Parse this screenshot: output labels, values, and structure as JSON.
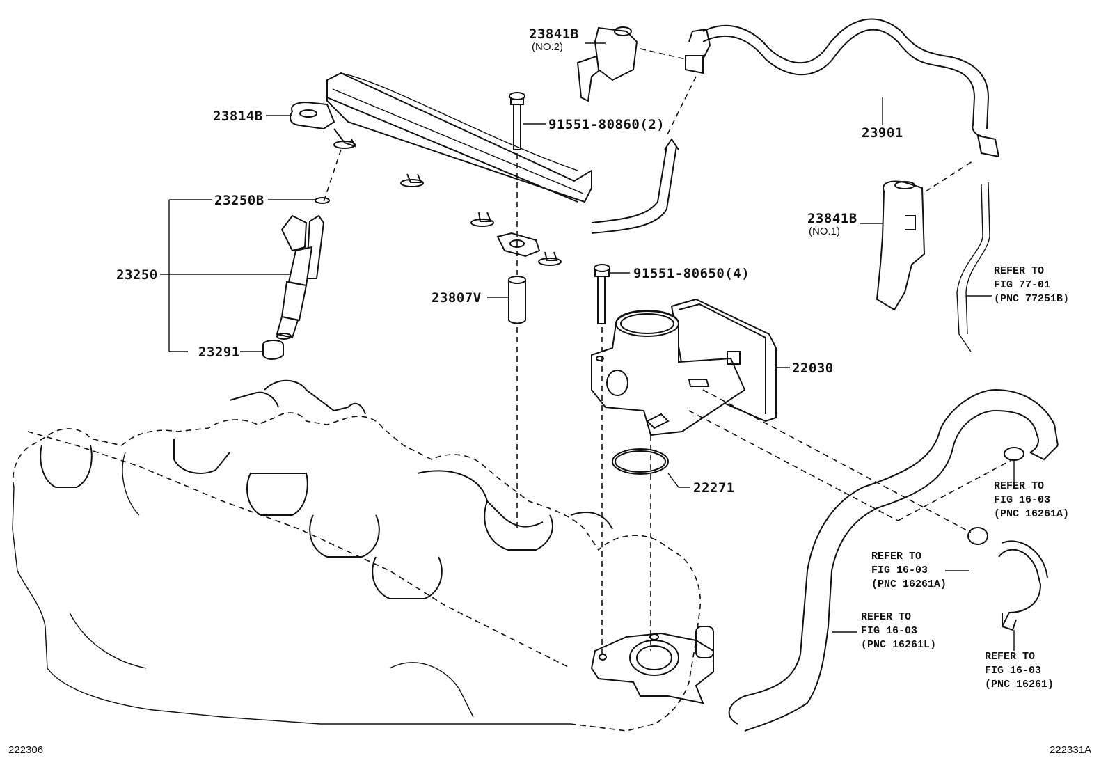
{
  "diagram": {
    "title": "Fuel Injection System / Throttle Body Parts Diagram",
    "parts": [
      {
        "id": "p23841b-no2",
        "number": "23841B",
        "note": "(NO.2)"
      },
      {
        "id": "p23814b",
        "number": "23814B"
      },
      {
        "id": "p91551-80860",
        "number": "91551-80860(2)"
      },
      {
        "id": "p23901",
        "number": "23901"
      },
      {
        "id": "p23250b",
        "number": "23250B"
      },
      {
        "id": "p23841b-no1",
        "number": "23841B",
        "note": "(NO.1)"
      },
      {
        "id": "p23250",
        "number": "23250"
      },
      {
        "id": "p91551-80650",
        "number": "91551-80650(4)"
      },
      {
        "id": "p23807v",
        "number": "23807V"
      },
      {
        "id": "p23291",
        "number": "23291"
      },
      {
        "id": "p22030",
        "number": "22030"
      },
      {
        "id": "p22271",
        "number": "22271"
      }
    ],
    "references": [
      {
        "id": "ref-77251b",
        "lines": [
          "REFER TO",
          "FIG 77-01",
          "(PNC 77251B)"
        ]
      },
      {
        "id": "ref-16261a-upper",
        "lines": [
          "REFER TO",
          "FIG 16-03",
          "(PNC 16261A)"
        ]
      },
      {
        "id": "ref-16261a-lower",
        "lines": [
          "REFER TO",
          "FIG 16-03",
          "(PNC 16261A)"
        ]
      },
      {
        "id": "ref-16261l",
        "lines": [
          "REFER TO",
          "FIG 16-03",
          "(PNC 16261L)"
        ]
      },
      {
        "id": "ref-16261",
        "lines": [
          "REFER TO",
          "FIG 16-03",
          "(PNC 16261)"
        ]
      }
    ],
    "footer": {
      "left_code": "222306",
      "right_code": "222331A"
    }
  }
}
